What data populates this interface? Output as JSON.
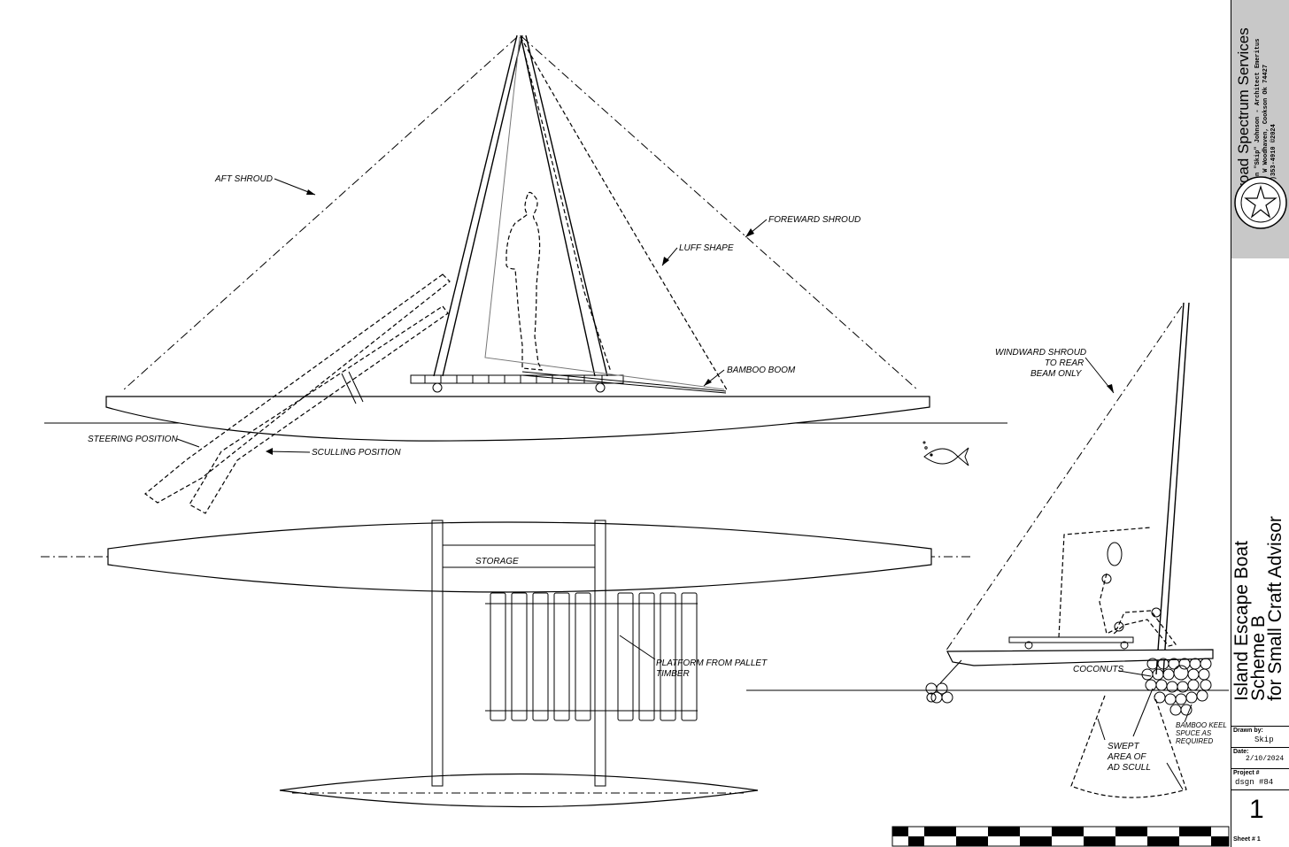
{
  "labels": {
    "aft_shroud": "AFT SHROUD",
    "foreward_shroud": "FOREWARD SHROUD",
    "luff_shape": "LUFF SHAPE",
    "bamboo_boom": "BAMBOO BOOM",
    "steering_position": "STEERING POSITION",
    "sculling_position": "SCULLING POSITION",
    "storage": "STORAGE",
    "platform_line1": "PLATFORM FROM PALLET",
    "platform_line2": "TIMBER",
    "windward_line1": "WINDWARD SHROUD",
    "windward_line2": "TO REAR",
    "windward_line3": "BEAM ONLY",
    "coconuts": "COCONUTS",
    "keel_line1": "BAMBOO KEEL",
    "keel_line2": "SPUCE AS",
    "keel_line3": "REQUIRED",
    "swept_line1": "SWEPT",
    "swept_line2": "AREA OF",
    "swept_line3": "AD SCULL"
  },
  "title_block": {
    "company": "Broad Spectrum Services",
    "address_line1": "Milton \"Skip\" Johnson - Architect Emeritus",
    "address_line2": "18530 W Woodhaven, Cookson Ok 74427",
    "address_line3": "(832)353-4910          ©2024",
    "project_line1": "Island Escape Boat",
    "project_line2": "Scheme B",
    "project_line3": "for Small Craft Advisor",
    "drawn_by_caption": "Drawn by:",
    "drawn_by_value": "Skip",
    "date_caption": "Date:",
    "date_value": "2/10/2024",
    "project_caption": "Project #",
    "project_value": "dsgn #84",
    "sheet_number": "1",
    "sheet_caption": "Sheet # 1"
  },
  "colors": {
    "ink": "#000000",
    "title_band": "#c8c8c8",
    "paper": "#ffffff"
  }
}
